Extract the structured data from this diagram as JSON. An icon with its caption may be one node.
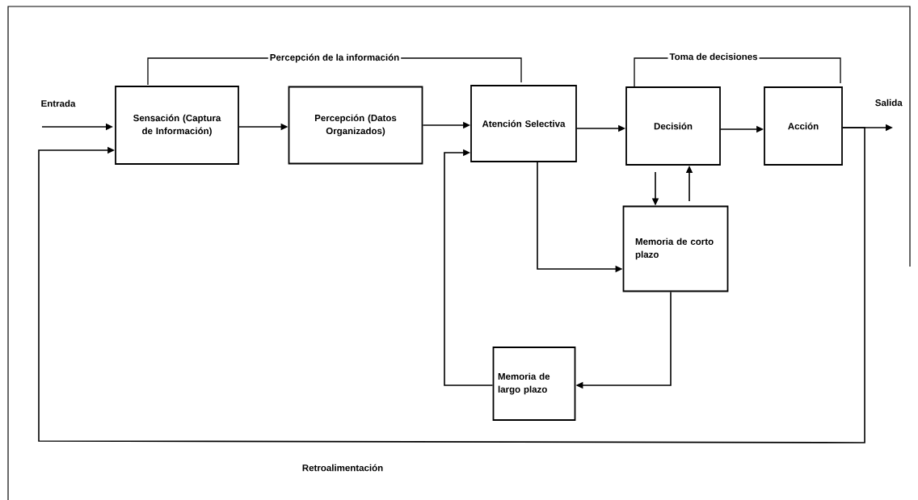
{
  "diagram": {
    "nodes": [
      {
        "text": [
          "Sensación (Captura de Información)"
        ]
      },
      {
        "text": [
          "Percepción (Datos Organizados)"
        ]
      },
      {
        "text": [
          "Atención Selectiva"
        ]
      },
      {
        "text": [
          "Decisión"
        ]
      },
      {
        "text": [
          "Acción"
        ]
      },
      {
        "text": [
          "Memoria de corto plazo"
        ]
      },
      {
        "text": [
          "Memoria de largo plazo"
        ]
      }
    ],
    "edges": [
      {
        "from": null,
        "to": 0,
        "arrow": "to"
      },
      {
        "from": 0,
        "to": 1,
        "arrow": "to"
      },
      {
        "from": 1,
        "to": 2,
        "arrow": "to"
      },
      {
        "from": 2,
        "to": 3,
        "arrow": "to"
      },
      {
        "from": 3,
        "to": 4,
        "arrow": "to"
      },
      {
        "from": 4,
        "to": null,
        "arrow": "to"
      },
      {
        "from": 4,
        "to": 0,
        "arrow": "to",
        "label": "Retroalimentación"
      },
      {
        "from": 3,
        "to": 5,
        "arrow": "to"
      },
      {
        "from": 5,
        "to": 3,
        "arrow": "to"
      },
      {
        "from": 2,
        "to": 5,
        "arrow": "to"
      },
      {
        "from": 5,
        "to": 6,
        "arrow": "to"
      },
      {
        "from": 6,
        "to": 2,
        "arrow": "to"
      }
    ],
    "labels": [
      "Percepción de la información",
      "Toma de decisiones",
      "Entrada",
      "Salida"
    ]
  }
}
